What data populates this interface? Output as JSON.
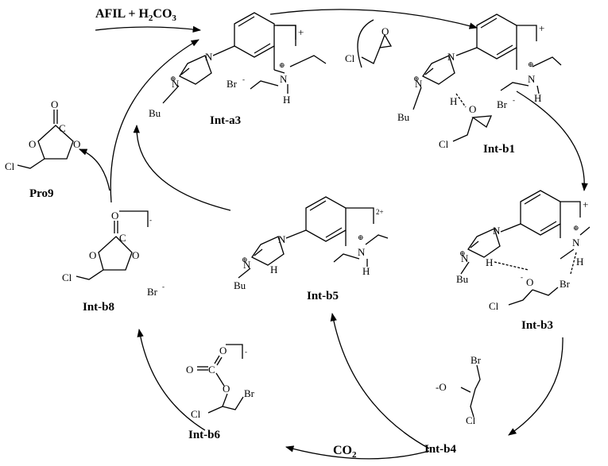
{
  "top_reagents": {
    "prefix": "AFIL + H",
    "sub2": "2",
    "mid": "CO",
    "sub3": "3"
  },
  "labels": {
    "a3": "Int-a3",
    "b1": "Int-b1",
    "b3": "Int-b3",
    "b4": "Int-b4",
    "b5": "Int-b5",
    "b6": "Int-b6",
    "b8": "Int-b8",
    "pro9": "Pro9"
  },
  "co2": {
    "main": "CO",
    "sub": "2"
  },
  "atoms": {
    "N": "N",
    "H": "H",
    "Bu": "Bu",
    "Cl": "Cl",
    "Br": "Br",
    "O": "O",
    "C": "C",
    "plus": "⊕",
    "minus": "-",
    "Ominus": "-O",
    "Oneg": "O",
    "Ominus_sup": "-"
  },
  "charges": {
    "plus": "+",
    "minus": "-",
    "two_plus": "2+",
    "Br_anion": "Br",
    "Br_minus": "-"
  },
  "colors": {
    "ink": "#000000",
    "background": "#ffffff"
  }
}
